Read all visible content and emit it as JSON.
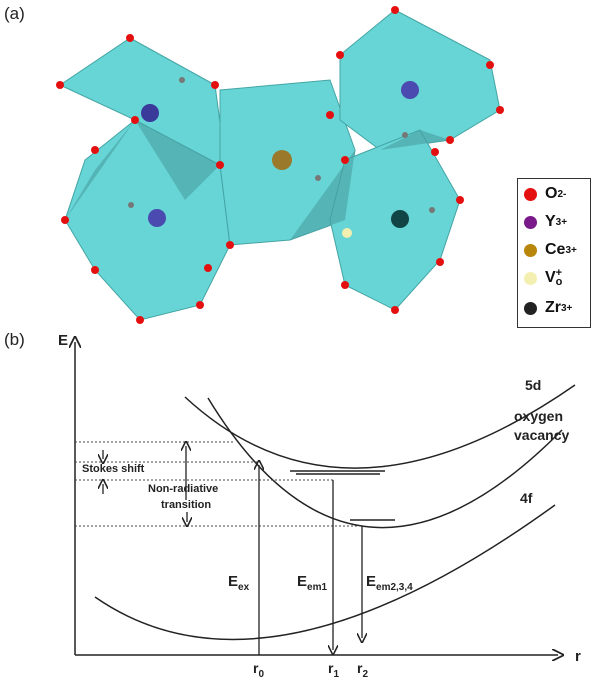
{
  "panel_a_label": "(a)",
  "panel_b_label": "(b)",
  "legend": [
    {
      "symbol": "O",
      "sup": "2-",
      "color": "#e41010"
    },
    {
      "symbol": "Y",
      "sup": "3+",
      "color": "#7a1a8a"
    },
    {
      "symbol": "Ce",
      "sup": "3+",
      "color": "#b8860b"
    },
    {
      "symbol": "V",
      "sup": "+",
      "sub": "o",
      "color": "#f3efb0"
    },
    {
      "symbol": "Zr",
      "sup": "3+",
      "color": "#222222"
    }
  ],
  "diagram": {
    "y_axis": "E",
    "x_axis": "r",
    "curve_5d": "5d",
    "curve_vacancy_1": "oxygen",
    "curve_vacancy_2": "vacancy",
    "curve_4f": "4f",
    "stokes": "Stokes shift",
    "nonrad_1": "Non-radiative",
    "nonrad_2": "transition",
    "e_ex": "E",
    "e_ex_sub": "ex",
    "e_em1": "E",
    "e_em1_sub": "em1",
    "e_em2": "E",
    "e_em2_sub": "em2,3,4",
    "r0": "r",
    "r0_sub": "0",
    "r1": "r",
    "r1_sub": "1",
    "r2": "r",
    "r2_sub": "2"
  }
}
